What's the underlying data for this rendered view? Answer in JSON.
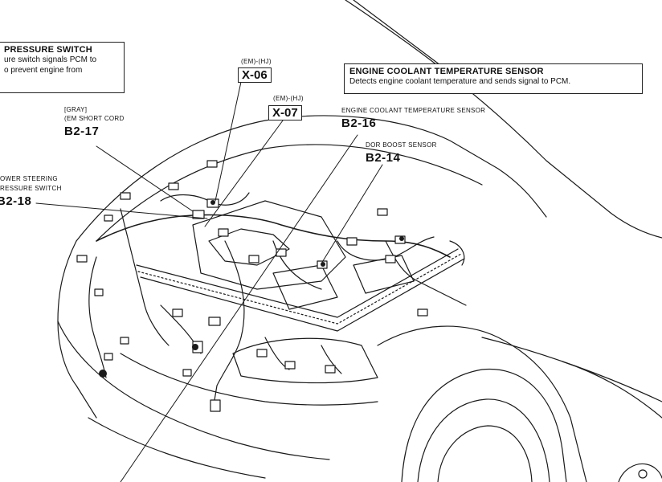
{
  "callout_boxes": {
    "pressure_switch": {
      "title": "PRESSURE SWITCH",
      "line1": "ure switch signals PCM to",
      "line2": "o prevent engine from"
    },
    "coolant_sensor": {
      "title": "ENGINE COOLANT TEMPERATURE SENSOR",
      "line1": "Detects engine coolant temperature and sends signal to PCM."
    }
  },
  "connectors": {
    "x06": {
      "tag": "(EM)-(HJ)",
      "code": "X-06"
    },
    "x07": {
      "tag": "(EM)-(HJ)",
      "code": "X-07"
    },
    "b217": {
      "tag1": "[GRAY]",
      "tag2": "(EM SHORT CORD",
      "code": "B2-17"
    },
    "b218": {
      "tag1": "OWER STEERING",
      "tag2": "RESSURE SWITCH",
      "code": "B2-18"
    },
    "b216": {
      "tag": "ENGINE COOLANT TEMPERATURE SENSOR",
      "code": "B2-16"
    },
    "b214": {
      "tag": "DOR BOOST SENSOR",
      "code": "B2-14"
    }
  },
  "colors": {
    "ink": "#1a1a1a",
    "paper": "#ffffff"
  }
}
